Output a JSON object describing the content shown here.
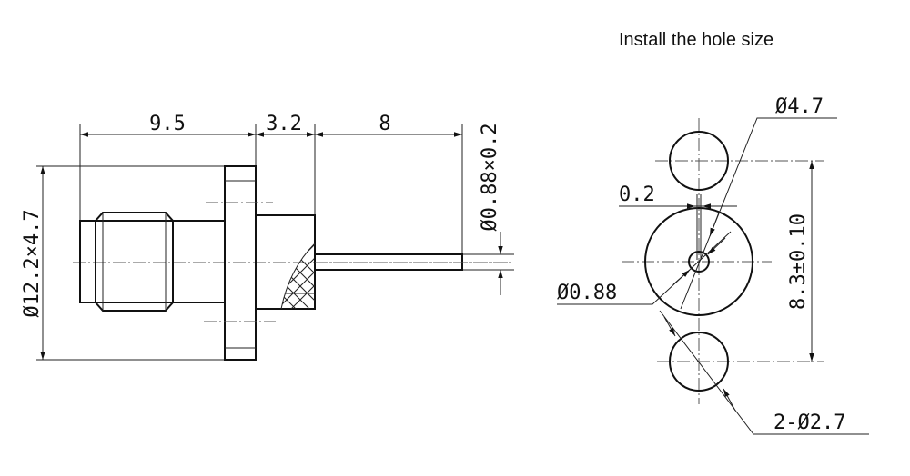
{
  "title": "Install the hole size",
  "side_view": {
    "dims": {
      "body_length": "9.5",
      "flange_length": "3.2",
      "pin_length": "8",
      "pin_diameter": "Ø0.88×0.2",
      "flange_size": "Ø12.2×4.7"
    }
  },
  "hole_view": {
    "dims": {
      "center_hole": "Ø4.7",
      "gap": "0.2",
      "pin_hole": "Ø0.88",
      "spacing": "8.3±0.10",
      "mount_holes": "2-Ø2.7"
    }
  }
}
